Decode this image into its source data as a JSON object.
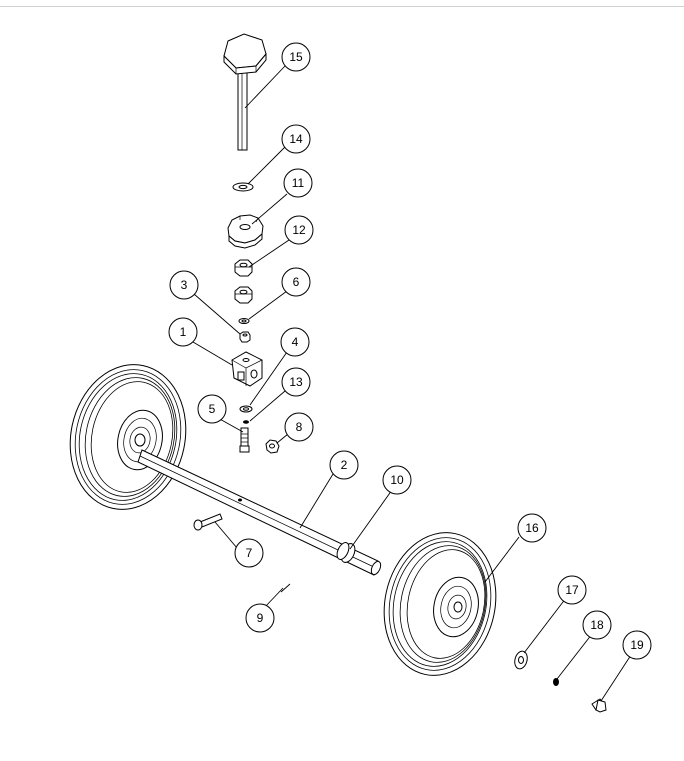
{
  "drawing": {
    "balloons": [
      {
        "id": "15",
        "label": "15"
      },
      {
        "id": "14",
        "label": "14"
      },
      {
        "id": "11",
        "label": "11"
      },
      {
        "id": "12",
        "label": "12"
      },
      {
        "id": "6",
        "label": "6"
      },
      {
        "id": "3",
        "label": "3"
      },
      {
        "id": "1",
        "label": "1"
      },
      {
        "id": "4",
        "label": "4"
      },
      {
        "id": "13",
        "label": "13"
      },
      {
        "id": "5",
        "label": "5"
      },
      {
        "id": "8",
        "label": "8"
      },
      {
        "id": "2",
        "label": "2"
      },
      {
        "id": "10",
        "label": "10"
      },
      {
        "id": "7",
        "label": "7"
      },
      {
        "id": "16",
        "label": "16"
      },
      {
        "id": "9",
        "label": "9"
      },
      {
        "id": "17",
        "label": "17"
      },
      {
        "id": "18",
        "label": "18"
      },
      {
        "id": "19",
        "label": "19"
      }
    ]
  }
}
